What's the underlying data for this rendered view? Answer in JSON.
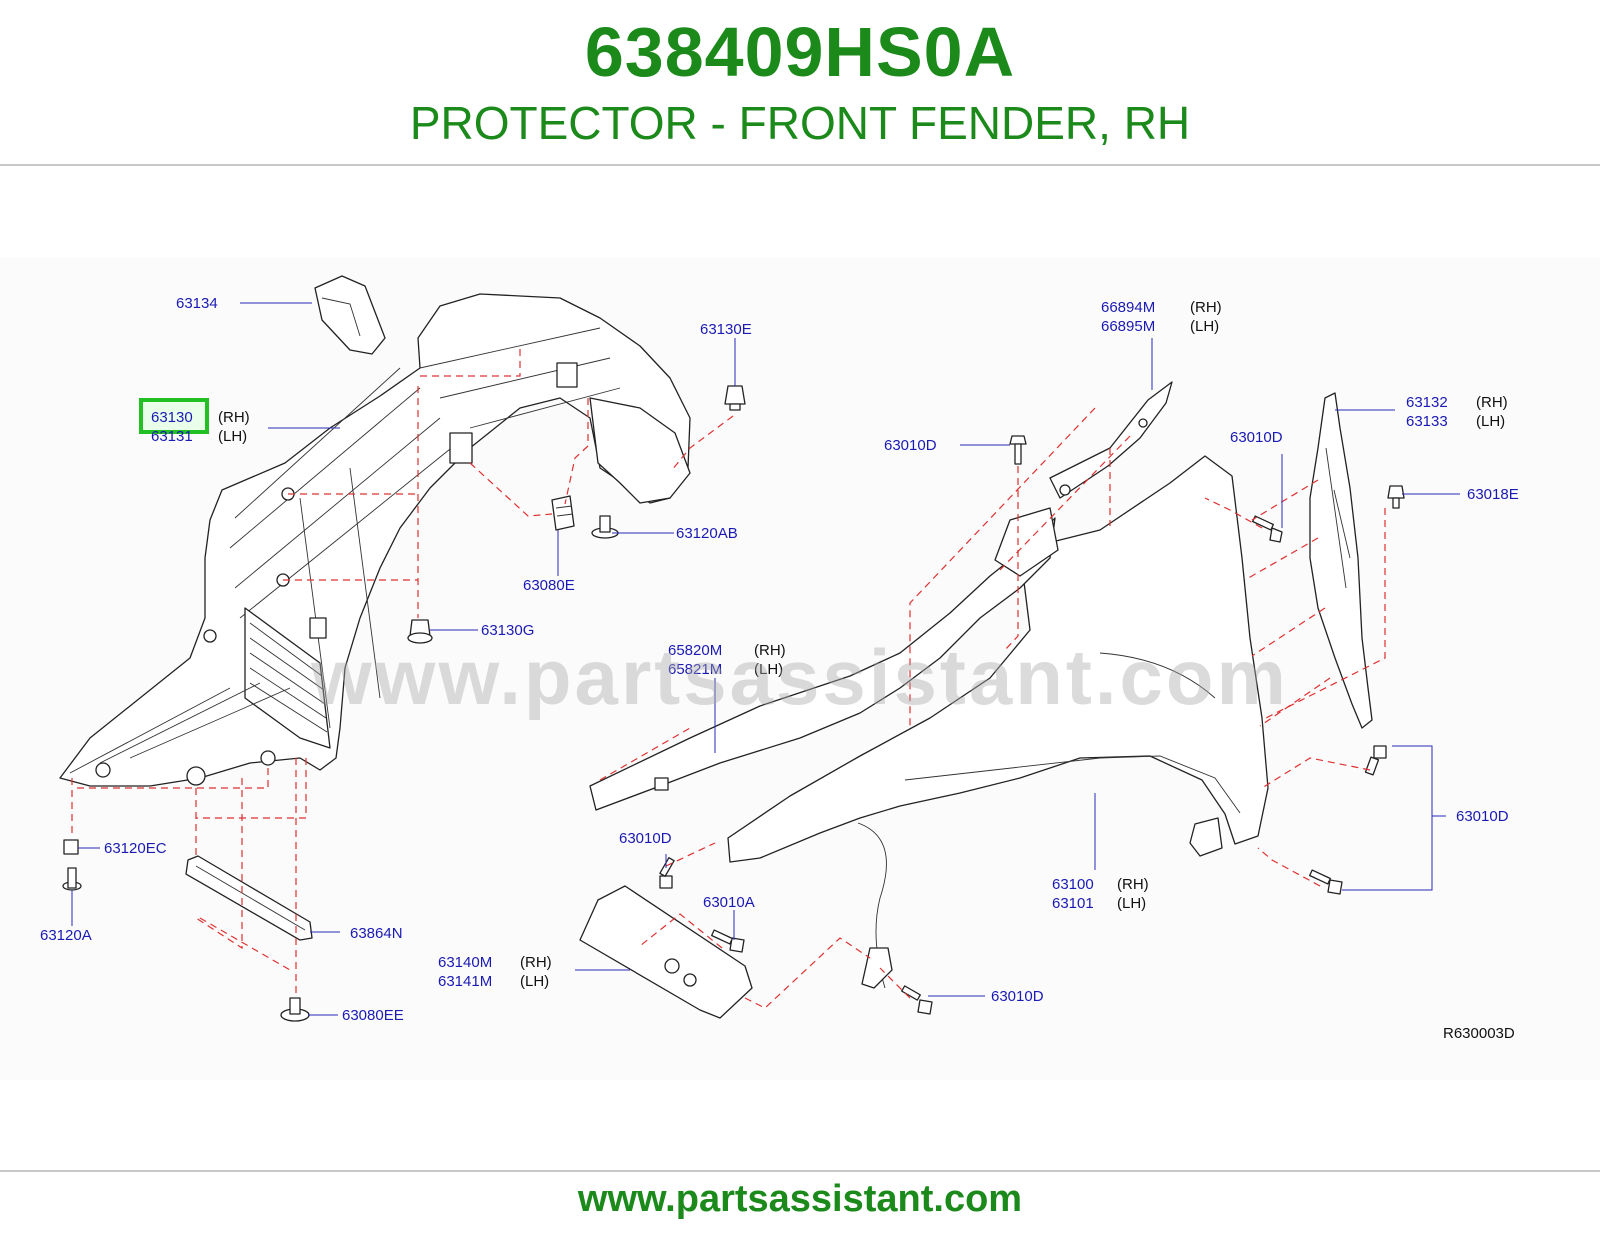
{
  "header": {
    "part_number": "638409HS0A",
    "part_name": "PROTECTOR - FRONT FENDER, RH"
  },
  "highlight_color": "#22c022",
  "brand_color": "#1b8a1b",
  "label_color": "#1a1ab4",
  "callouts": {
    "c63134": "63134",
    "c63130": "63130",
    "c63131": "63131",
    "c63130E": "63130E",
    "c63120AB": "63120AB",
    "c63080E": "63080E",
    "c63130G": "63130G",
    "c63120EC": "63120EC",
    "c63120A": "63120A",
    "c63864N": "63864N",
    "c63080EE": "63080EE",
    "c66894M": "66894M",
    "c66895M": "66895M",
    "c63010D_a": "63010D",
    "c63010D_b": "63010D",
    "c63132": "63132",
    "c63133": "63133",
    "c63018E": "63018E",
    "c65820M": "65820M",
    "c65821M": "65821M",
    "c63010D_c": "63010D",
    "c63010D_d": "63010D",
    "c63010A": "63010A",
    "c63100": "63100",
    "c63101": "63101",
    "c63140M": "63140M",
    "c63141M": "63141M",
    "c63010D_e": "63010D"
  },
  "sides": {
    "rh": "(RH)",
    "lh": "(LH)"
  },
  "diagram_ref": "R630003D",
  "watermark": "www.partsassistant.com",
  "footer_url": "www.partsassistant.com"
}
